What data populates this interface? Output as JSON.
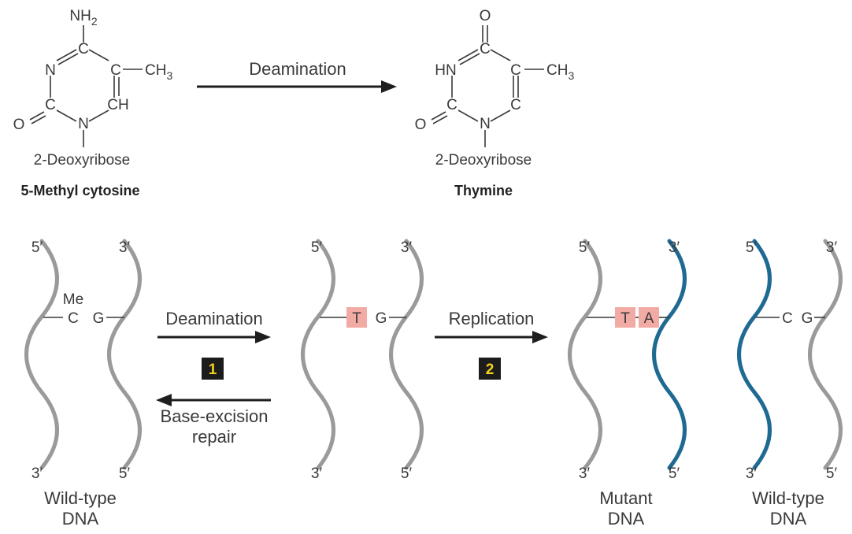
{
  "top": {
    "left_molecule": {
      "amino": "NH",
      "amino_sub": "2",
      "n3": "N",
      "c4": "C",
      "c5": "C",
      "methyl": "CH",
      "methyl_sub": "3",
      "c2": "C",
      "c6": "CH",
      "o2": "O",
      "n1": "N",
      "sugar": "2-Deoxyribose",
      "name": "5-Methyl cytosine"
    },
    "arrow_label": "Deamination",
    "right_molecule": {
      "o4": "O",
      "n3": "HN",
      "c4": "C",
      "c5": "C",
      "methyl": "CH",
      "methyl_sub": "3",
      "c2": "C",
      "c6": "C",
      "o2": "O",
      "n1": "N",
      "sugar": "2-Deoxyribose",
      "name": "Thymine"
    }
  },
  "bottom": {
    "five_prime": "5′",
    "three_prime": "3′",
    "wild_type_1": {
      "me": "Me",
      "c": "C",
      "g": "G",
      "label_line1": "Wild-type",
      "label_line2": "DNA"
    },
    "step1": {
      "forward_label": "Deamination",
      "number": "1",
      "reverse_label_line1": "Base-excision",
      "reverse_label_line2": "repair"
    },
    "intermediate": {
      "t": "T",
      "g": "G"
    },
    "step2": {
      "label": "Replication",
      "number": "2"
    },
    "mutant": {
      "t": "T",
      "a": "A",
      "label_line1": "Mutant",
      "label_line2": "DNA"
    },
    "wild_type_2": {
      "c": "C",
      "g": "G",
      "label_line1": "Wild-type",
      "label_line2": "DNA"
    }
  },
  "colors": {
    "old_strand": "#9a9a9a",
    "new_strand": "#1f6a93",
    "highlight": "#f2aaa5",
    "step_box": "#1c1c1c",
    "step_number": "#f3d21b"
  }
}
